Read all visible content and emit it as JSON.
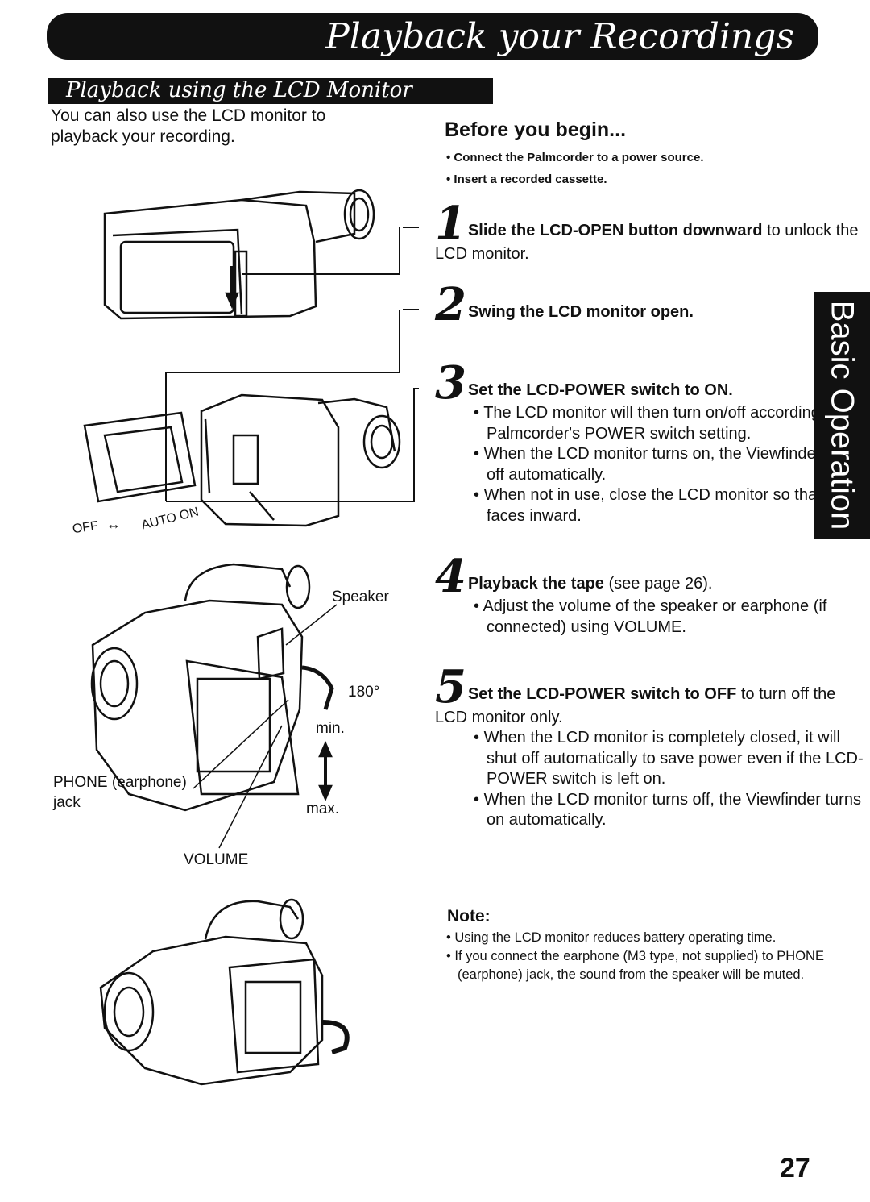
{
  "header": {
    "title": "Playback your Recordings"
  },
  "section": {
    "title": "Playback using the LCD Monitor"
  },
  "intro": "You can also use the LCD monitor to playback your recording.",
  "before": {
    "title": "Before you begin...",
    "items": [
      "Connect the Palmcorder to a power source.",
      "Insert a recorded cassette."
    ]
  },
  "steps": [
    {
      "num": "1",
      "head_bold": "Slide the LCD-OPEN button downward",
      "head_rest": " to unlock the LCD monitor.",
      "bullets": []
    },
    {
      "num": "2",
      "head_bold": "Swing the LCD monitor open.",
      "head_rest": "",
      "bullets": []
    },
    {
      "num": "3",
      "head_bold": "Set the LCD-POWER switch to ON.",
      "head_rest": "",
      "bullets": [
        "The LCD monitor will then turn on/off according to the Palmcorder's POWER switch setting.",
        "When the LCD monitor turns on, the Viewfinder turns off automatically.",
        "When not in use, close the LCD monitor so that it faces inward."
      ]
    },
    {
      "num": "4",
      "head_bold": "Playback the tape",
      "head_rest": " (see page 26).",
      "bullets": [
        "Adjust the volume of the speaker or earphone (if connected) using VOLUME."
      ]
    },
    {
      "num": "5",
      "head_bold": "Set the LCD-POWER switch to OFF",
      "head_rest": " to turn off the LCD monitor only.",
      "bullets": [
        "When the LCD monitor is completely closed, it will shut off automatically to save power even if the LCD-POWER switch is left on.",
        "When the LCD monitor turns off, the Viewfinder turns on automatically."
      ]
    }
  ],
  "side_tab": "Basic Operation",
  "note": {
    "title": "Note:",
    "items": [
      "Using the LCD monitor reduces battery operating time.",
      "If you connect the earphone (M3 type, not supplied) to PHONE (earphone) jack, the sound from the speaker will be muted."
    ]
  },
  "figure_labels": {
    "off": "OFF",
    "auto_on": "AUTO ON",
    "speaker": "Speaker",
    "angle": "180°",
    "min": "min.",
    "max": "max.",
    "phone_jack_1": "PHONE (earphone)",
    "phone_jack_2": "jack",
    "volume": "VOLUME"
  },
  "page_number": "27"
}
